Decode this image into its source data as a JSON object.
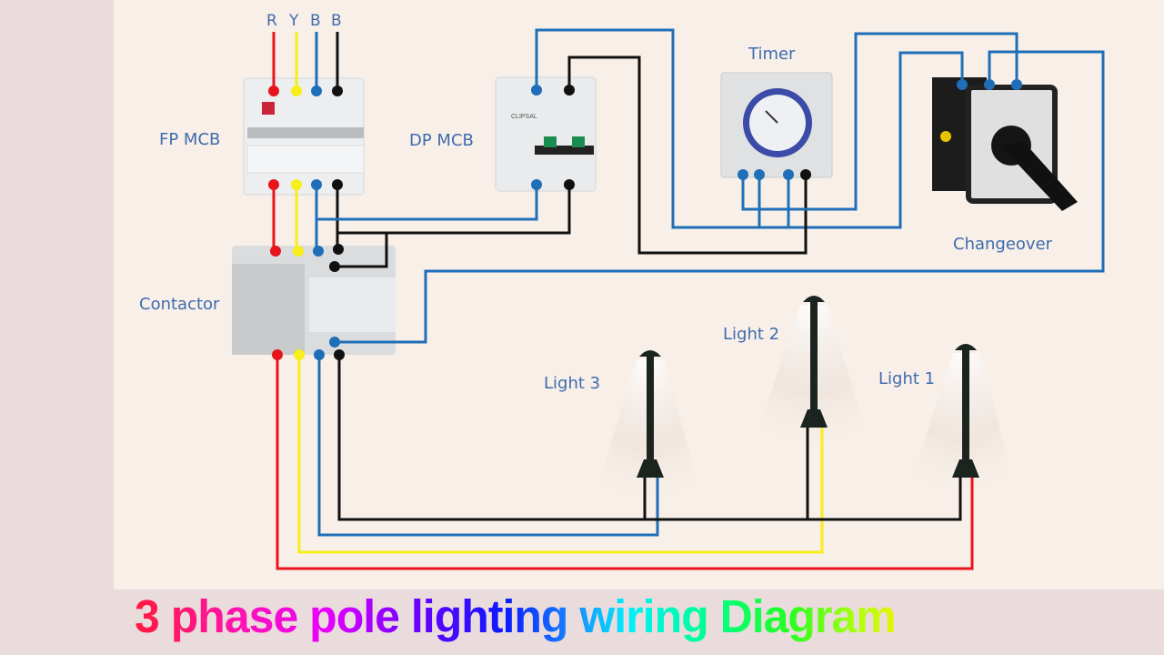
{
  "title": "3 phase pole lighting wiring Diagram",
  "phases": [
    "R",
    "Y",
    "B",
    "B"
  ],
  "labels": {
    "fp_mcb": "FP MCB",
    "dp_mcb": "DP MCB",
    "timer": "Timer",
    "changeover": "Changeover",
    "contactor": "Contactor",
    "light1": "Light 1",
    "light2": "Light 2",
    "light3": "Light 3"
  },
  "wire_colors": {
    "red": "#e8141c",
    "yellow": "#f7ee1a",
    "blue": "#1f6fb8",
    "black": "#111111"
  },
  "label_color": "#3f6cae"
}
